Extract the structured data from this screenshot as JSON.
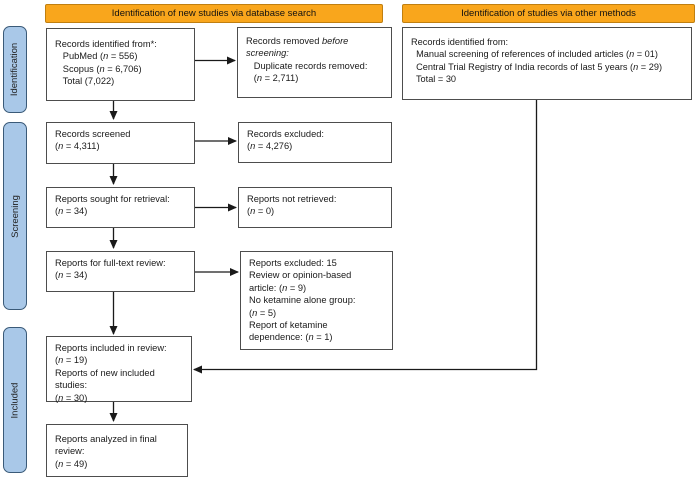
{
  "diagram": {
    "headers": {
      "left": "Identification of new studies via database search",
      "right": "Identification of studies via other methods"
    },
    "stages": {
      "identification": "Identification",
      "screening": "Screening",
      "included": "Included"
    },
    "boxes": {
      "records_identified_db": {
        "lines": [
          "Records identified from*:",
          "   PubMed (*n* = 556)",
          "   Scopus (*n* = 6,706)",
          "   Total (7,022)"
        ]
      },
      "records_removed": {
        "lines": [
          "Records removed *before*",
          "*screening:*",
          "   Duplicate records removed:",
          "   (*n* = 2,711)"
        ]
      },
      "records_identified_other": {
        "lines": [
          "Records identified from:",
          "  Manual screening of references of included articles (*n* = 01)",
          "  Central Trial Registry of India records of last 5 years (*n* = 29)",
          "  Total = 30"
        ]
      },
      "records_screened": {
        "lines": [
          "Records screened",
          "(*n* = 4,311)"
        ]
      },
      "records_excluded": {
        "lines": [
          "Records excluded:",
          "(*n* = 4,276)"
        ]
      },
      "reports_sought": {
        "lines": [
          "Reports sought for retrieval:",
          "(*n* = 34)"
        ]
      },
      "reports_not_retrieved": {
        "lines": [
          "Reports not retrieved:",
          "(*n* = 0)"
        ]
      },
      "reports_fulltext": {
        "lines": [
          "Reports for full-text review:",
          "(*n* = 34)"
        ]
      },
      "reports_excluded": {
        "lines": [
          "Reports excluded: 15",
          "Review or opinion-based",
          "article: (*n* = 9)",
          "No ketamine alone group:",
          "(*n* = 5)",
          "Report of ketamine",
          "dependence: (*n* = 1)"
        ]
      },
      "reports_included": {
        "lines": [
          "Reports included in review:",
          "(*n* = 19)",
          "Reports of new included",
          "studies:",
          "(*n* = 30)"
        ]
      },
      "reports_final": {
        "lines": [
          "Reports analyzed in final",
          "review:",
          "(*n* = 49)"
        ]
      }
    },
    "colors": {
      "header_fill": "#F9A61C",
      "header_border": "#C07F10",
      "stage_fill": "#A9C8E8",
      "stage_border": "#3A5A78",
      "box_border": "#4D4D4D",
      "arrow": "#1A1A1A"
    }
  }
}
